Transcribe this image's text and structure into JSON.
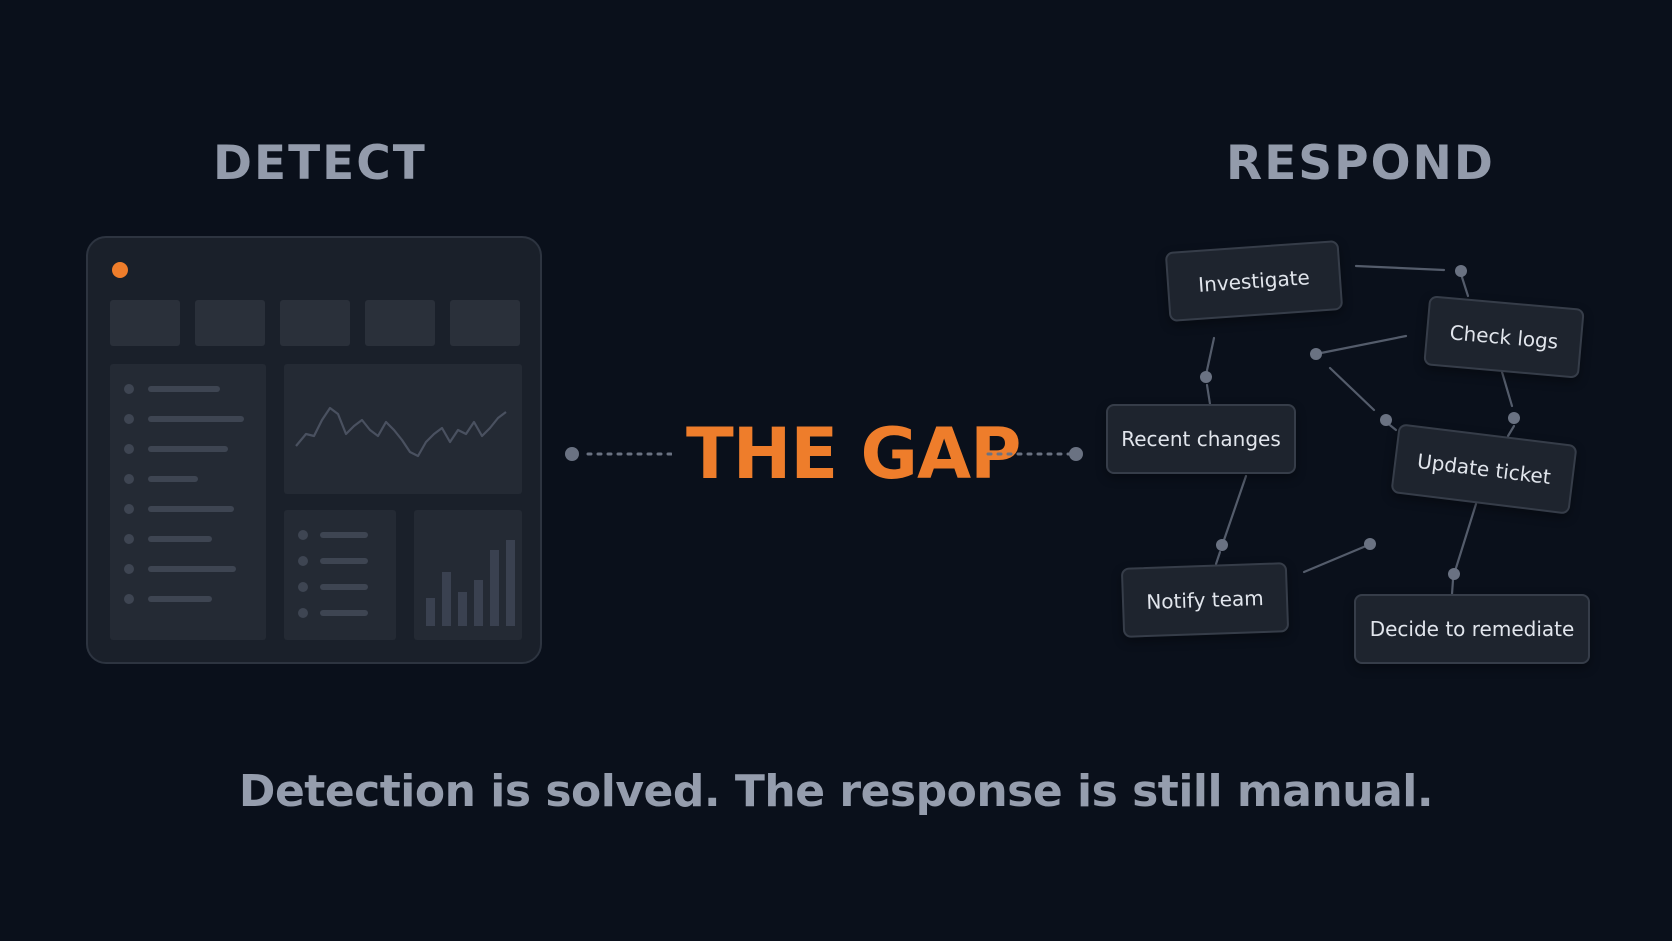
{
  "colors": {
    "background": "#0a101b",
    "accent": "#ee7d2b",
    "heading": "#939bab",
    "card_text": "#e1e5ec",
    "connector": "#5f6777"
  },
  "detect": {
    "heading": "DETECT",
    "status_dot_color": "#ee7d2b"
  },
  "gap": {
    "label": "THE GAP"
  },
  "respond": {
    "heading": "RESPOND",
    "steps": [
      {
        "label": "Investigate"
      },
      {
        "label": "Check logs"
      },
      {
        "label": "Recent changes"
      },
      {
        "label": "Update ticket"
      },
      {
        "label": "Notify team"
      },
      {
        "label": "Decide to remediate"
      }
    ]
  },
  "caption": "Detection is solved. The response is still manual."
}
